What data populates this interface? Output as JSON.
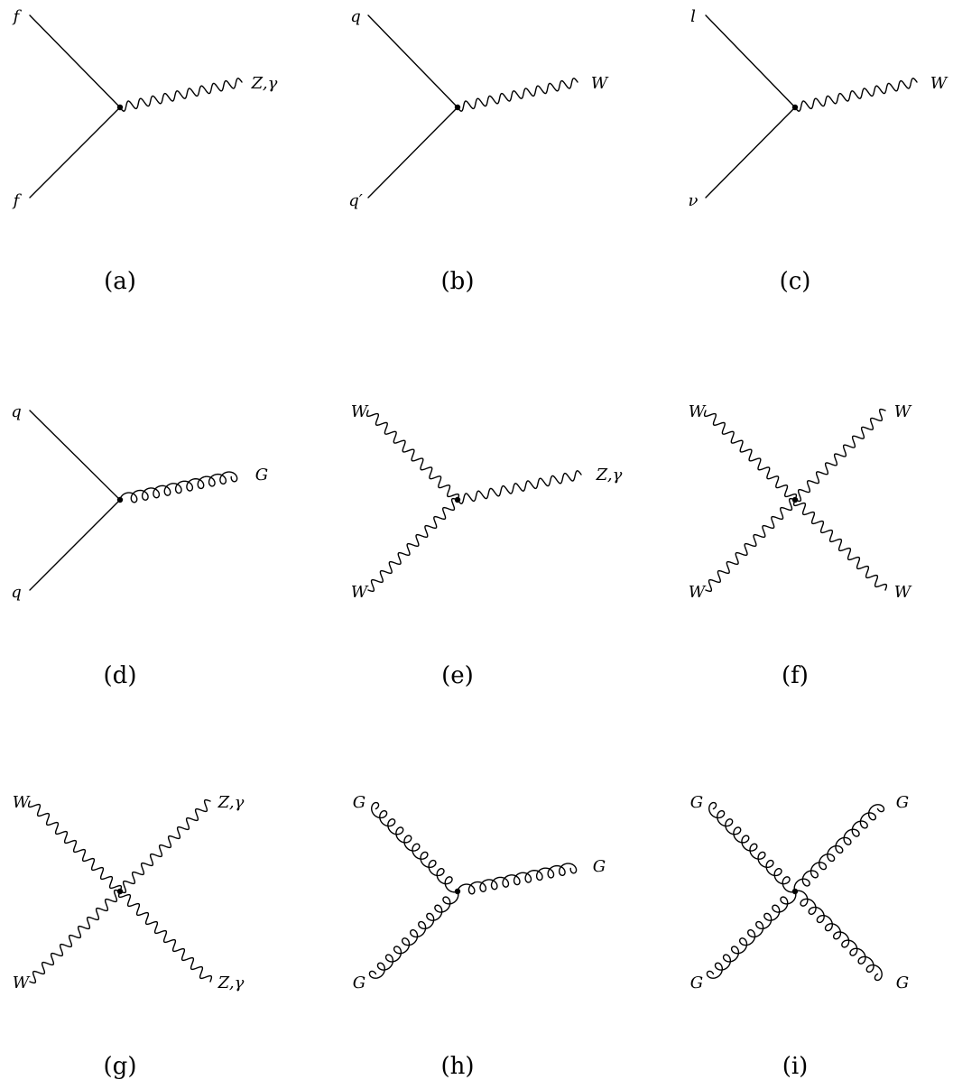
{
  "diagrams": [
    {
      "caption": "(a)",
      "lines": [
        {
          "type": "fermion"
        },
        {
          "type": "fermion"
        },
        {
          "type": "photon"
        }
      ],
      "labels": [
        "f",
        "f",
        "Z,γ"
      ]
    },
    {
      "caption": "(b)",
      "lines": [
        {
          "type": "fermion"
        },
        {
          "type": "fermion"
        },
        {
          "type": "photon"
        }
      ],
      "labels": [
        "q",
        "q′",
        "W"
      ]
    },
    {
      "caption": "(c)",
      "lines": [
        {
          "type": "fermion"
        },
        {
          "type": "fermion"
        },
        {
          "type": "photon"
        }
      ],
      "labels": [
        "l",
        "ν",
        "W"
      ]
    },
    {
      "caption": "(d)",
      "lines": [
        {
          "type": "fermion"
        },
        {
          "type": "fermion"
        },
        {
          "type": "gluon"
        }
      ],
      "labels": [
        "q",
        "q",
        "G"
      ]
    },
    {
      "caption": "(e)",
      "lines": [
        {
          "type": "photon"
        },
        {
          "type": "photon"
        },
        {
          "type": "photon"
        }
      ],
      "labels": [
        "W",
        "W",
        "Z,γ"
      ]
    },
    {
      "caption": "(f)",
      "lines": [
        {
          "type": "photon"
        },
        {
          "type": "photon"
        },
        {
          "type": "photon"
        },
        {
          "type": "photon"
        }
      ],
      "labels": [
        "W",
        "W",
        "W",
        "W"
      ]
    },
    {
      "caption": "(g)",
      "lines": [
        {
          "type": "photon"
        },
        {
          "type": "photon"
        },
        {
          "type": "photon"
        },
        {
          "type": "photon"
        }
      ],
      "labels": [
        "W",
        "W",
        "Z,γ",
        "Z,γ"
      ]
    },
    {
      "caption": "(h)",
      "lines": [
        {
          "type": "gluon"
        },
        {
          "type": "gluon"
        },
        {
          "type": "gluon"
        }
      ],
      "labels": [
        "G",
        "G",
        "G"
      ]
    },
    {
      "caption": "(i)",
      "lines": [
        {
          "type": "gluon"
        },
        {
          "type": "gluon"
        },
        {
          "type": "gluon"
        },
        {
          "type": "gluon"
        }
      ],
      "labels": [
        "G",
        "G",
        "G",
        "G"
      ]
    }
  ]
}
